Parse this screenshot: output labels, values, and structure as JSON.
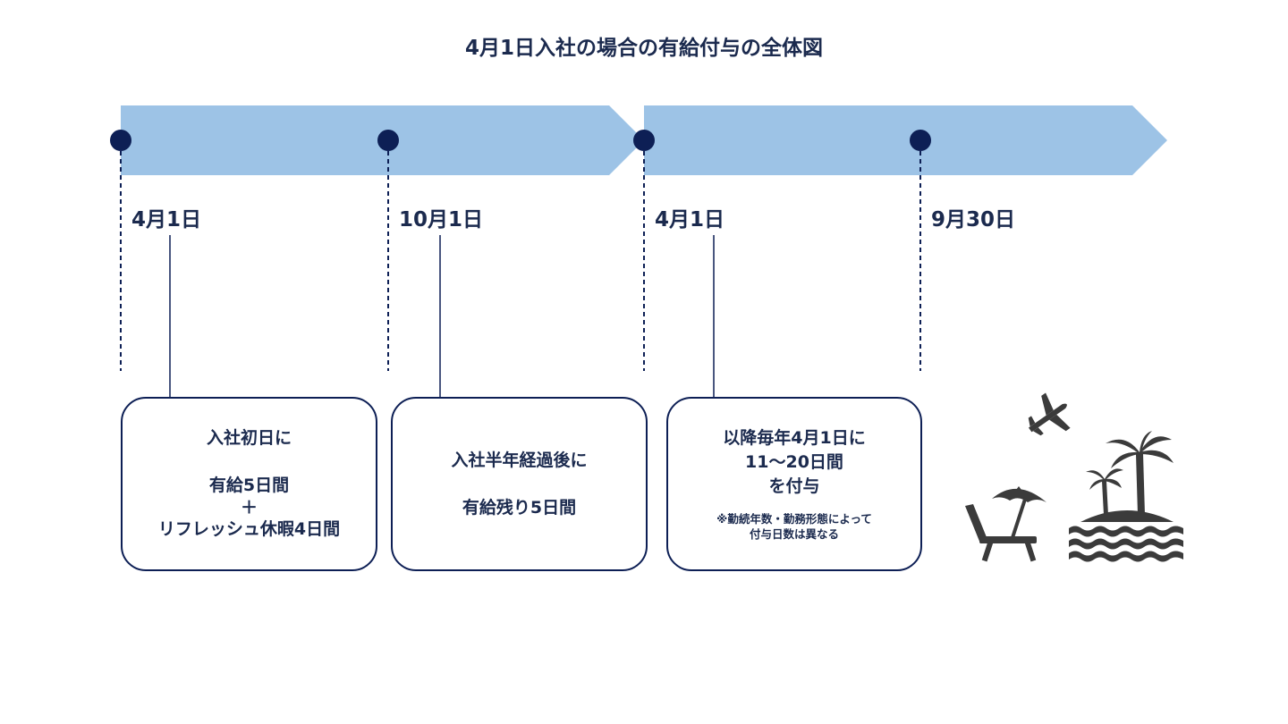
{
  "title": "4月1日入社の場合の有給付与の全体図",
  "colors": {
    "arrow": "#9dc3e6",
    "navy": "#0d1f55",
    "text": "#1b2a4e",
    "icon": "#3b3b3b"
  },
  "dates": [
    "4月1日",
    "10月1日",
    "4月1日",
    "9月30日"
  ],
  "boxes": [
    {
      "line1": "入社初日に",
      "line2": "有給5日間",
      "plus": "＋",
      "line3": "リフレッシュ休暇4日間"
    },
    {
      "line1": "入社半年経過後に",
      "line2": "有給残り5日間"
    },
    {
      "line1": "以降毎年4月1日に",
      "line2": "11〜20日間",
      "line3": "を付与",
      "note1": "※勤続年数・勤務形態によって",
      "note2": "付与日数は異なる"
    }
  ],
  "icons": [
    "airplane-icon",
    "beach-chair-umbrella-icon",
    "palm-island-icon"
  ]
}
